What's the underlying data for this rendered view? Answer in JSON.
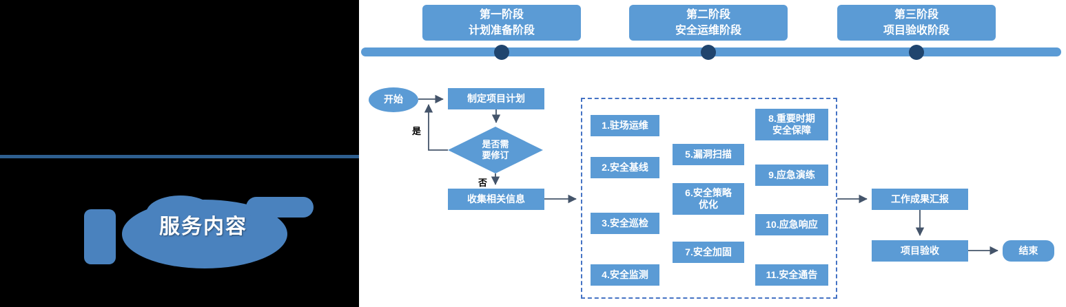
{
  "section": {
    "title": "服务内容"
  },
  "phases": {
    "items": [
      {
        "label": "第一阶段\n计划准备阶段"
      },
      {
        "label": "第二阶段\n安全运维阶段"
      },
      {
        "label": "第三阶段\n项目验收阶段"
      }
    ]
  },
  "flow": {
    "start": "开始",
    "make_plan": "制定项目计划",
    "decision": "是否需\n要修订",
    "yes_label": "是",
    "no_label": "否",
    "collect_info": "收集相关信息",
    "report": "工作成果汇报",
    "acceptance": "项目验收",
    "end": "结束"
  },
  "services": {
    "col1": [
      {
        "label": "1.驻场运维"
      },
      {
        "label": "2.安全基线"
      },
      {
        "label": "3.安全巡检"
      },
      {
        "label": "4.安全监测"
      }
    ],
    "col2": [
      {
        "label": "5.漏洞扫描"
      },
      {
        "label": "6.安全策略\n优化"
      },
      {
        "label": "7.安全加固"
      }
    ],
    "col3": [
      {
        "label": "8.重要时期\n安全保障"
      },
      {
        "label": "9.应急演练"
      },
      {
        "label": "10.应急响应"
      },
      {
        "label": "11.安全通告"
      }
    ]
  },
  "colors": {
    "box_blue": "#5B9BD5",
    "dot_navy": "#20456E",
    "arrow": "#44546A",
    "dashed_border": "#4472C4",
    "panel_black": "#000000",
    "hand_blue": "#4A82BE",
    "divider_blue": "#2E5F8F"
  }
}
